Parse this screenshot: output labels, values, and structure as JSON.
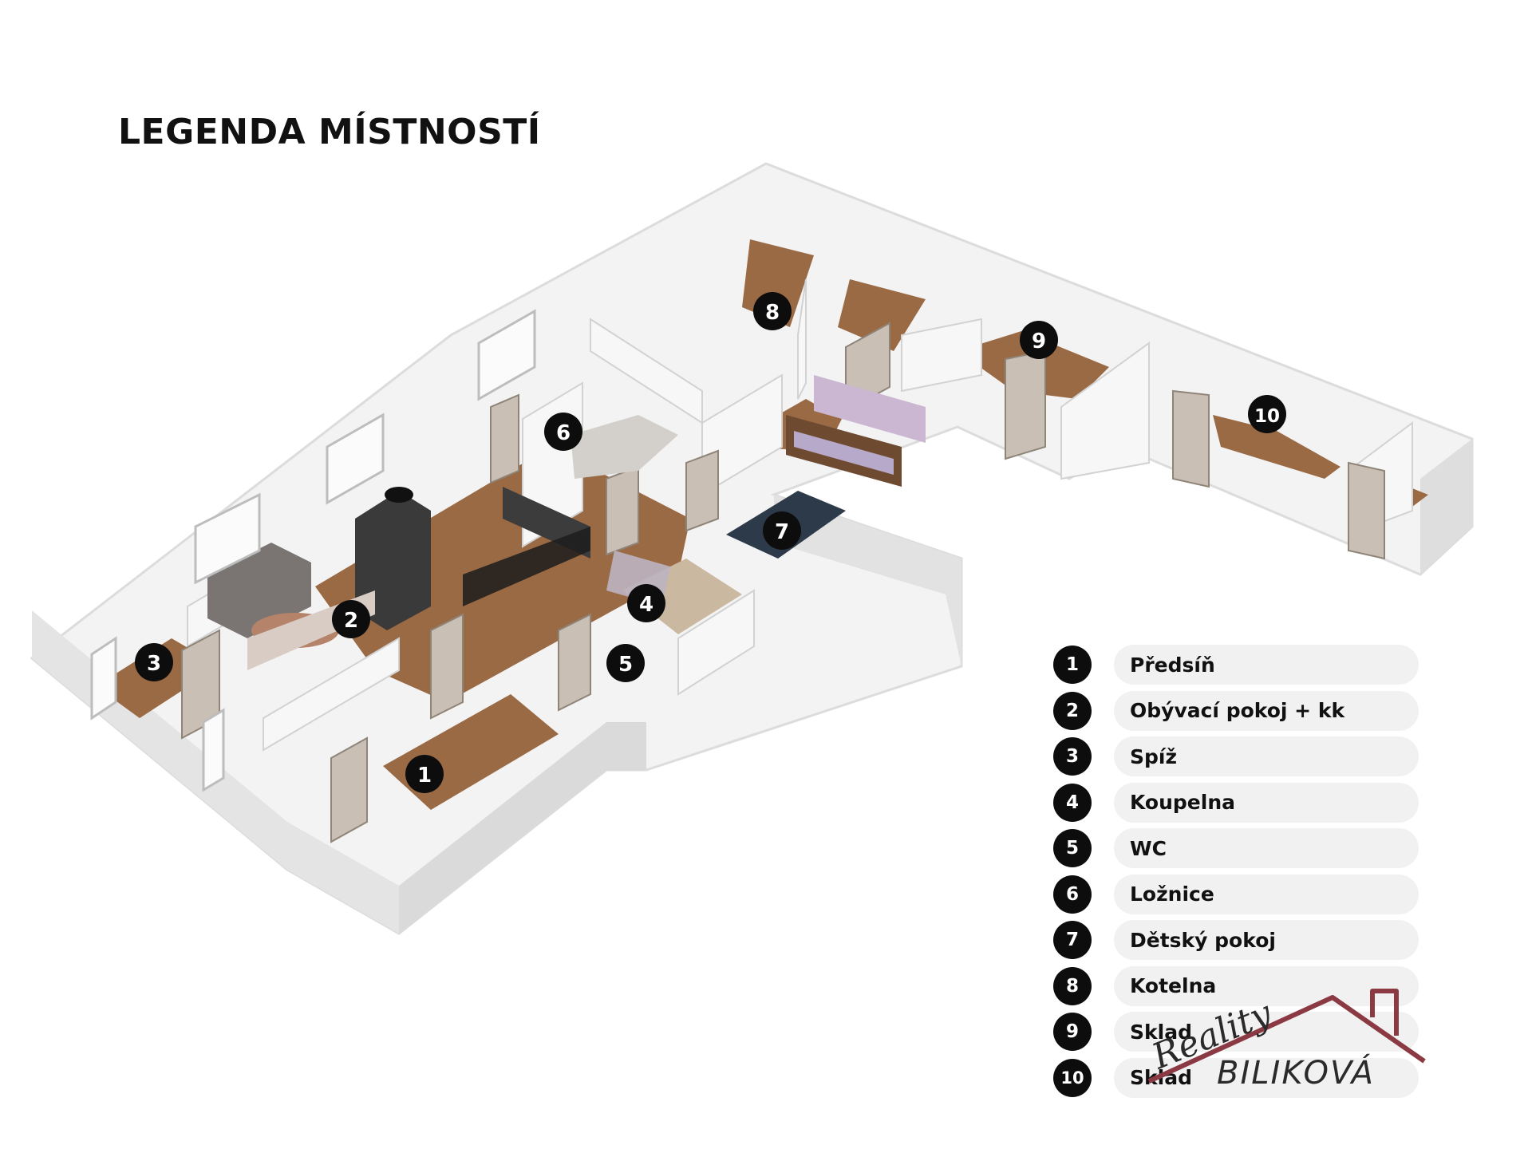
{
  "title": "LEGENDA MÍSTNOSTÍ",
  "markers": [
    "1",
    "2",
    "3",
    "4",
    "5",
    "6",
    "7",
    "8",
    "9",
    "10"
  ],
  "legend": [
    {
      "number": "1",
      "label": "Předsíň"
    },
    {
      "number": "2",
      "label": "Obývací pokoj + kk"
    },
    {
      "number": "3",
      "label": "Spíž"
    },
    {
      "number": "4",
      "label": "Koupelna"
    },
    {
      "number": "5",
      "label": "WC"
    },
    {
      "number": "6",
      "label": "Ložnice"
    },
    {
      "number": "7",
      "label": "Dětský pokoj"
    },
    {
      "number": "8",
      "label": "Kotelna"
    },
    {
      "number": "9",
      "label": "Sklad"
    },
    {
      "number": "10",
      "label": "Sklad"
    }
  ],
  "watermark": {
    "script": "Reality",
    "name": "BILIKOVÁ",
    "color": "#8b3a44"
  },
  "colors": {
    "wall": "#f2f2f2",
    "wall_shadow": "#d9d9d9",
    "floor_wood": "#9a6a45",
    "badge": "#0d0d0d"
  }
}
